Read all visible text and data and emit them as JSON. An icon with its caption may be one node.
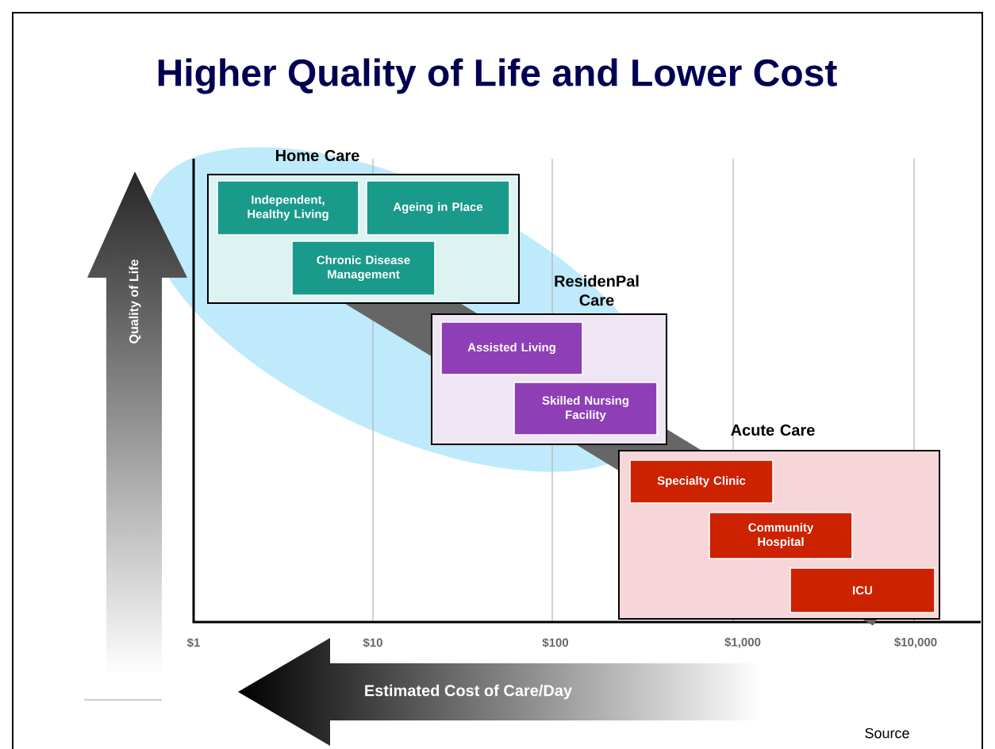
{
  "diagram": {
    "title": "Higher Quality of Life and Lower Cost",
    "nodes": [
      {
        "text": [
          "Home Care"
        ]
      },
      {
        "text": [
          "Independent, Healthy Living"
        ],
        "in": 0
      },
      {
        "text": [
          "Ageing in Place"
        ],
        "in": 0
      },
      {
        "text": [
          "Chronic Disease Management"
        ],
        "in": 0
      },
      {
        "text": [
          "ResidenPal Care"
        ]
      },
      {
        "text": [
          "Assisted Living"
        ],
        "in": 4
      },
      {
        "text": [
          "Skilled Nursing Facility"
        ],
        "in": 4
      },
      {
        "text": [
          "Acute Care"
        ]
      },
      {
        "text": [
          "Specialty Clinic"
        ],
        "in": 7
      },
      {
        "text": [
          "Community Hospital"
        ],
        "in": 7
      },
      {
        "text": [
          "ICU"
        ],
        "in": 7
      }
    ],
    "labels": [
      "Quality of Life",
      "$1",
      "$10",
      "$100",
      "$1,000",
      "$10,000",
      "Estimated Cost of Care/Day",
      "Source"
    ]
  }
}
